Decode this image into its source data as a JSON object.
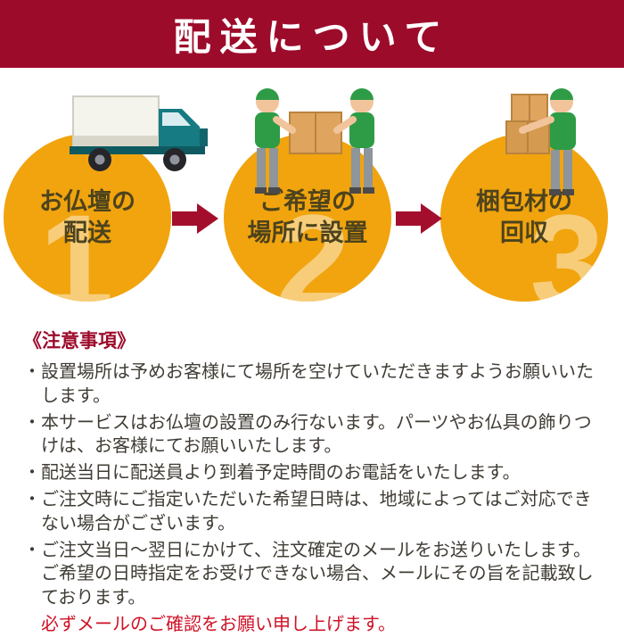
{
  "header": {
    "title": "配送について"
  },
  "colors": {
    "banner_bg": "#9d0b2b",
    "circle_bg": "#f1a40e",
    "circle_label_text": "#4d431d",
    "arrow": "#a40e2d",
    "notes_heading": "#9d0b2b",
    "body_text": "#403c35",
    "warning_text": "#cf1126"
  },
  "steps": [
    {
      "number": "1",
      "lines": [
        "お仏壇の",
        "配送"
      ],
      "icon": "truck-icon"
    },
    {
      "number": "2",
      "lines": [
        "ご希望の",
        "場所に設置"
      ],
      "icon": "delivery-workers-icon"
    },
    {
      "number": "3",
      "lines": [
        "梱包材の",
        "回収"
      ],
      "icon": "worker-with-boxes-icon"
    }
  ],
  "notes": {
    "heading": "《注意事項》",
    "items": [
      "設置場所は予めお客様にて場所を空けていただきますようお願いいたします。",
      "本サービスはお仏壇の設置のみ行ないます。パーツやお仏具の飾りつけは、お客様にてお願いいたします。",
      "配送当日に配送員より到着予定時間のお電話をいたします。",
      "ご注文時にご指定いただいた希望日時は、地域によってはご対応できない場合がございます。",
      "ご注文当日〜翌日にかけて、注文確定のメールをお送りいたします。ご希望の日時指定をお受けできない場合、メールにその旨を記載致しております。"
    ],
    "warning": "必ずメールのご確認をお願い申し上げます。"
  }
}
